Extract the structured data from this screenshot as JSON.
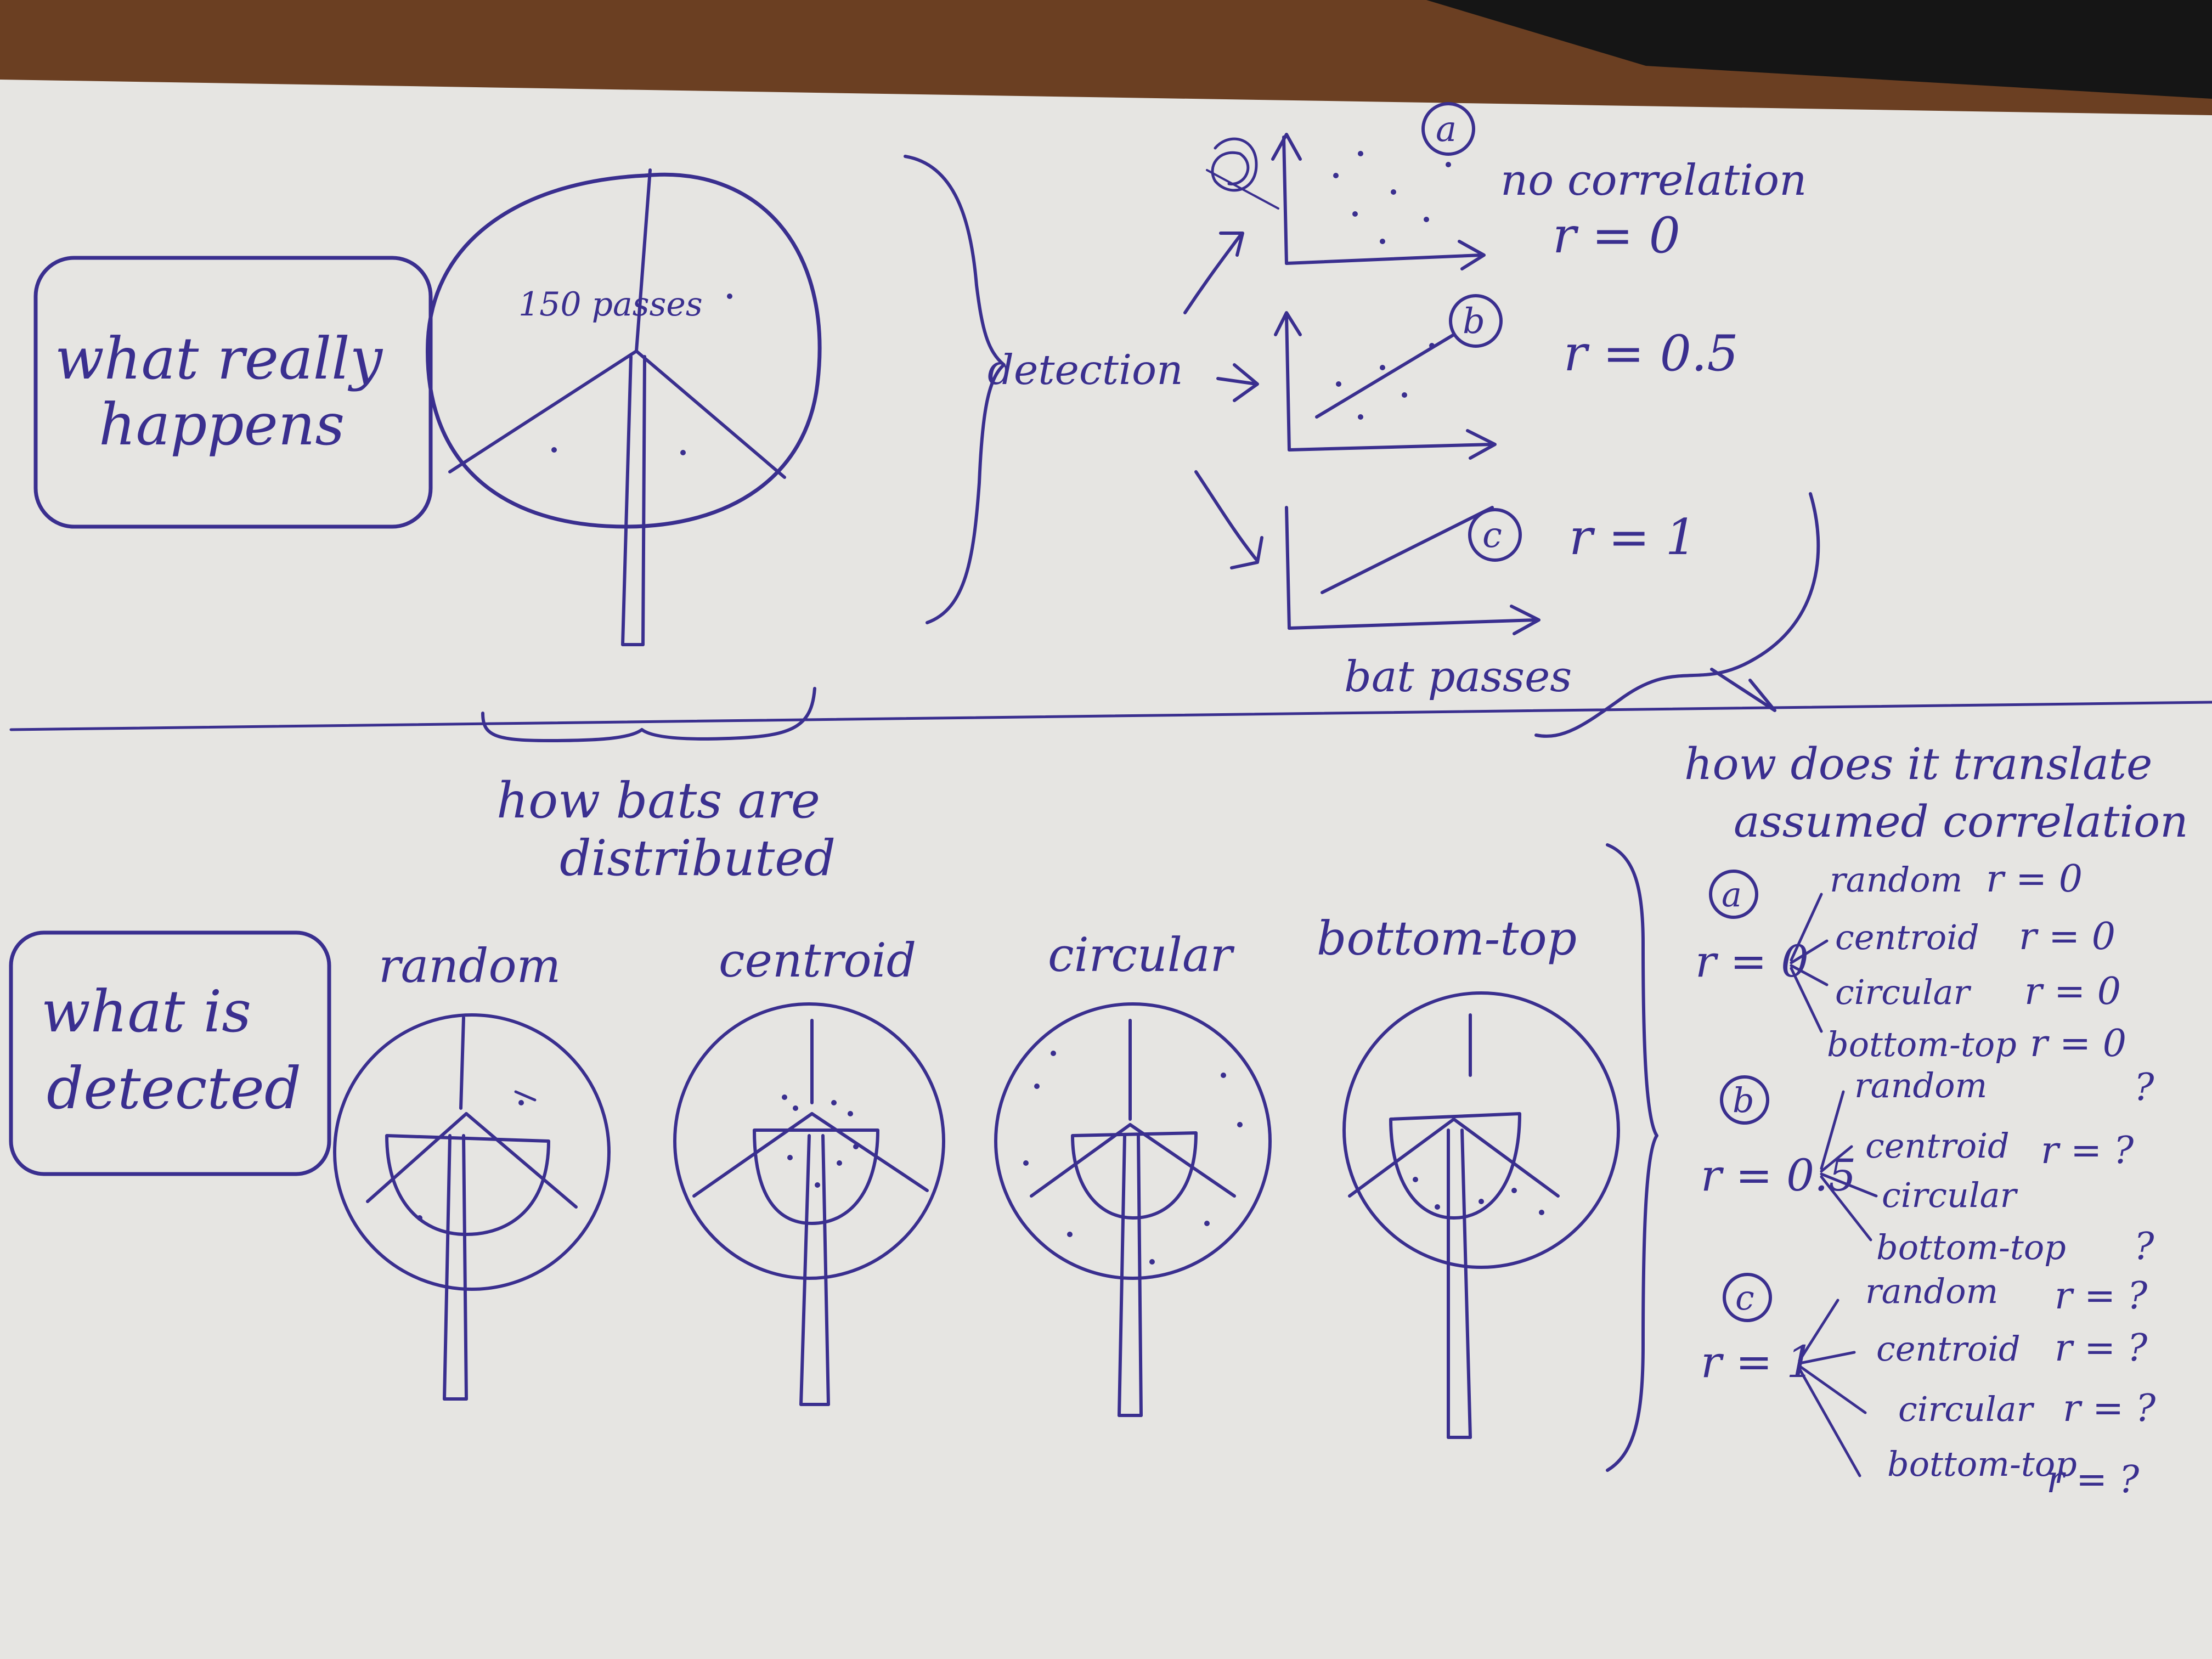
{
  "colors": {
    "ink": "#3a2f8f",
    "paper": "#e6e5e2",
    "table": "#6b3f22"
  },
  "top": {
    "box_label_line1": "what really",
    "box_label_line2": "happens",
    "pie_label": "150 passes",
    "distribution_label_line1": "how bats are",
    "distribution_label_line2": "distributed",
    "detection_label": "detection",
    "x_axis_label": "bat passes",
    "plots": [
      {
        "marker": "a",
        "caption": "no correlation",
        "r": "r = 0"
      },
      {
        "marker": "b",
        "r": "r = 0.5"
      },
      {
        "marker": "c",
        "r": "r = 1"
      }
    ]
  },
  "bottom": {
    "box_label_line1": "what is",
    "box_label_line2": "detected",
    "trees": [
      "random",
      "centroid",
      "circular",
      "bottom-top"
    ],
    "translate_line1": "how does it translate",
    "translate_line2": "assumed correlation",
    "groups": [
      {
        "marker": "a",
        "r": "r = 0",
        "rows": [
          {
            "method": "random",
            "value": "r = 0"
          },
          {
            "method": "centroid",
            "value": "r = 0"
          },
          {
            "method": "circular",
            "value": "r = 0"
          },
          {
            "method": "bottom-top",
            "value": "r = 0"
          }
        ]
      },
      {
        "marker": "b",
        "r": "r = 0.5",
        "rows": [
          {
            "method": "random",
            "value": "?"
          },
          {
            "method": "centroid",
            "value": "r = ?"
          },
          {
            "method": "circular",
            "value": ""
          },
          {
            "method": "bottom-top",
            "value": "?"
          }
        ]
      },
      {
        "marker": "c",
        "r": "r = 1",
        "rows": [
          {
            "method": "random",
            "value": "r = ?"
          },
          {
            "method": "centroid",
            "value": "r = ?"
          },
          {
            "method": "circular",
            "value": "r = ?"
          },
          {
            "method": "bottom-top",
            "value": "r = ?"
          }
        ]
      }
    ]
  }
}
